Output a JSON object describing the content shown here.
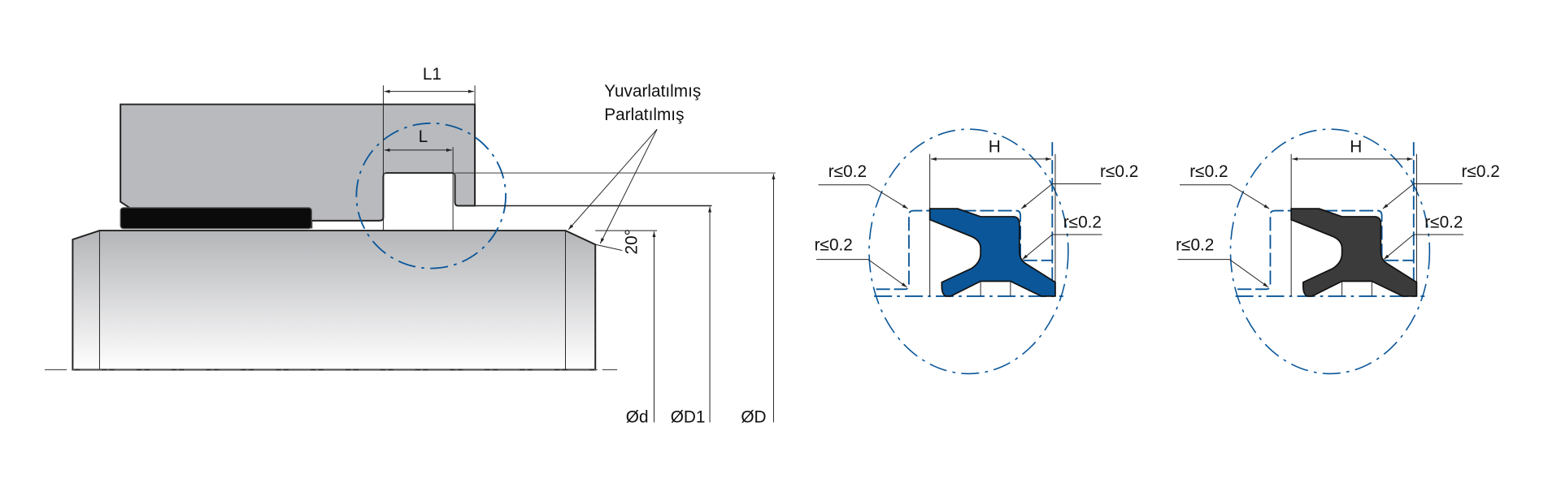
{
  "main_view": {
    "dim_L1": "L1",
    "dim_L": "L",
    "note_line1": "Yuvarlatılmış",
    "note_line2": "Parlatılmış",
    "angle": "20°",
    "dia_d": "Ød",
    "dia_D1": "ØD1",
    "dia_D": "ØD"
  },
  "details": [
    {
      "dim_H": "H",
      "r_top_left": "r≤0.2",
      "r_top_right": "r≤0.2",
      "r_mid_right": "r≤0.2",
      "r_bottom_left": "r≤0.2",
      "seal_color": "#0a5699"
    },
    {
      "dim_H": "H",
      "r_top_left": "r≤0.2",
      "r_top_right": "r≤0.2",
      "r_mid_right": "r≤0.2",
      "r_bottom_left": "r≤0.2",
      "seal_color": "#3b3b3b"
    }
  ],
  "colors": {
    "accent_blue": "#0a5699",
    "housing_grey": "#b9babd",
    "seal_black": "#0b0b0b"
  }
}
